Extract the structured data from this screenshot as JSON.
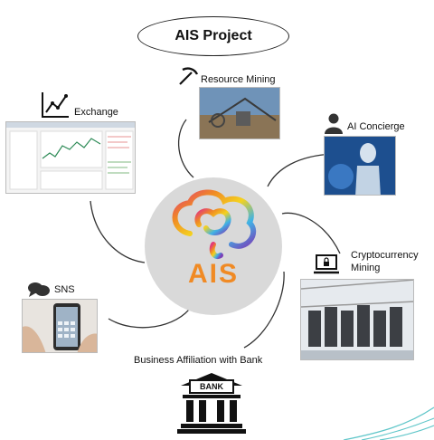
{
  "title": "AIS Project",
  "center": {
    "logo_text": "AIS"
  },
  "nodes": {
    "resource_mining": "Resource Mining",
    "exchange": "Exchange",
    "ai_concierge": "AI Concierge",
    "crypto_line1": "Cryptocurrency",
    "crypto_line2": "Mining",
    "sns": "SNS",
    "bank": "Business Affiliation with Bank",
    "bank_sign": "BANK"
  },
  "colors": {
    "accent": "#f08a24",
    "circle": "#d9d9d9",
    "teal_wave": "#5fc6c9"
  }
}
